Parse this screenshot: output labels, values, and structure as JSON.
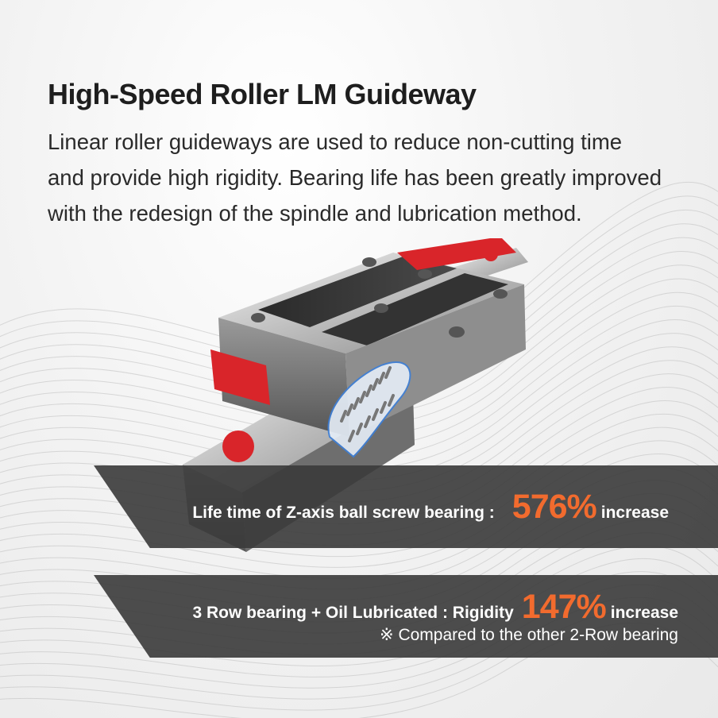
{
  "header": {
    "title": "High-Speed Roller LM Guideway",
    "description": [
      "Linear roller guideways are used to reduce non-cutting time",
      "and provide high rigidity. Bearing life has been greatly improved",
      "with the redesign of the spindle and lubrication method."
    ]
  },
  "features": [
    {
      "label": "Life time of Z-axis ball screw bearing :",
      "value": "576%",
      "suffix": "increase"
    },
    {
      "label": "3 Row bearing + Oil Lubricated : Rigidity",
      "value": "147%",
      "suffix": "increase",
      "note": "※ Compared to the other 2-Row bearing"
    }
  ],
  "image": {
    "name": "lm-guideway-cutaway"
  },
  "colors": {
    "accent": "#f26b2e",
    "band": "#3a3a3a",
    "product_red": "#d9252a",
    "title": "#1e1e1e"
  }
}
